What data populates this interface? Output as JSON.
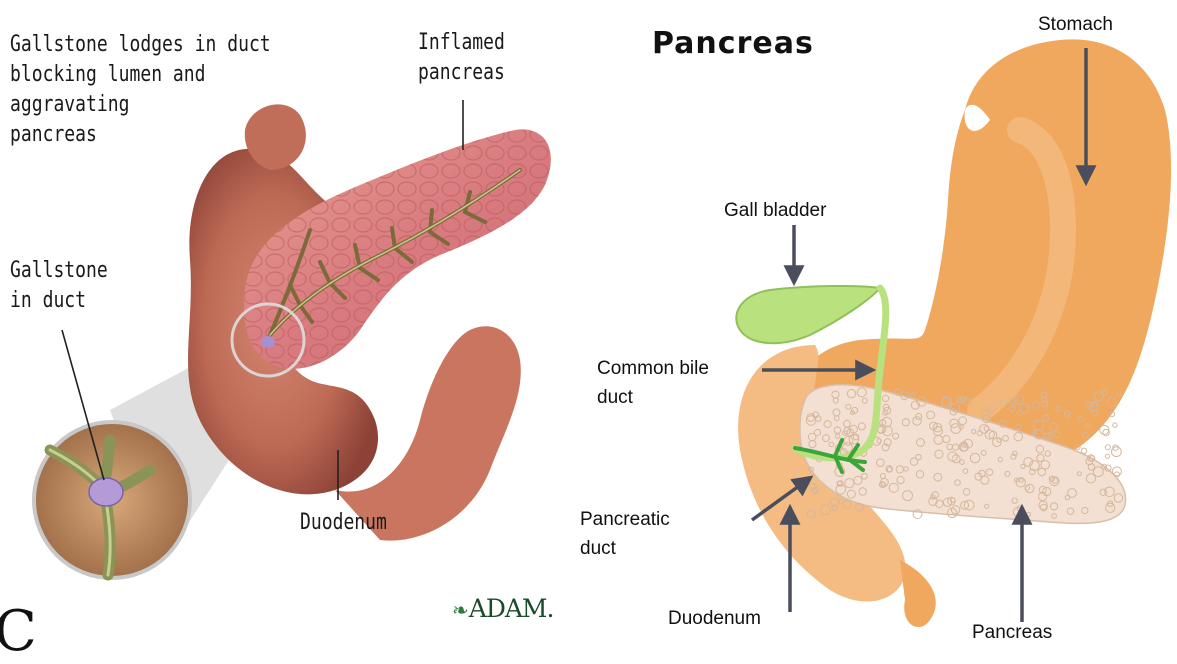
{
  "left": {
    "labels": {
      "gallstone_lodges": "Gallstone lodges in duct\nblocking lumen and\naggravating\npancreas",
      "inflamed_pancreas": "Inflamed\npancreas",
      "gallstone_in_duct": "Gallstone\nin duct",
      "duodenum": "Duodenum"
    },
    "logo": "ADAM."
  },
  "right": {
    "title": "Pancreas",
    "labels": {
      "stomach": "Stomach",
      "gall_bladder": "Gall bladder",
      "common_bile_duct": "Common bile\nduct",
      "pancreatic_duct": "Pancreatic\nduct",
      "duodenum": "Duodenum",
      "pancreas": "Pancreas"
    }
  },
  "colors": {
    "stomach": "#f0a85e",
    "duodenum": "#f4bb83",
    "gall_bladder": "#b9e27e",
    "pancreatic_duct": "#3aa63a",
    "pancreas_fill": "#f3e0d2",
    "arrow": "#4a4e5c",
    "inflamed_tissue": "#d4787a",
    "duodenum_tissue": "#b5604f"
  }
}
